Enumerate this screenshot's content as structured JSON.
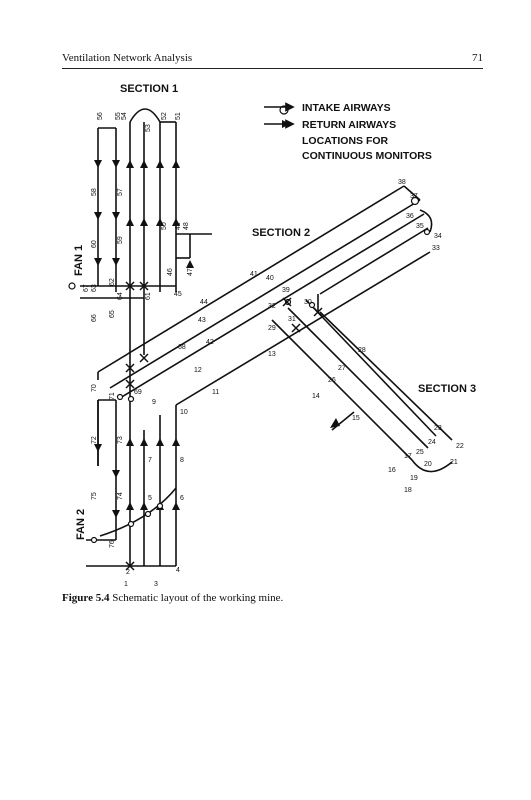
{
  "header": {
    "running_title": "Ventilation Network Analysis",
    "page_number": "71"
  },
  "figure": {
    "section_labels": {
      "s1": "SECTION 1",
      "s2": "SECTION 2",
      "s3": "SECTION 3"
    },
    "fan_labels": {
      "fan1": "FAN 1",
      "fan2": "FAN 2"
    },
    "legend": {
      "intake": "INTAKE AIRWAYS",
      "return": "RETURN AIRWAYS",
      "monitor_line1": "LOCATIONS FOR",
      "monitor_line2": "CONTINUOUS MONITORS"
    },
    "node_labels": {
      "n1": "1",
      "n2": "2",
      "n3": "3",
      "n4": "4",
      "n5": "5",
      "n6": "6",
      "n7": "7",
      "n8": "8",
      "n9": "9",
      "n10": "10",
      "n11": "11",
      "n12": "12",
      "n13": "13",
      "n14": "14",
      "n15": "15",
      "n16": "16",
      "n17": "17",
      "n18": "18",
      "n19": "19",
      "n20": "20",
      "n21": "21",
      "n22": "22",
      "n23": "23",
      "n24": "24",
      "n25": "25",
      "n26": "26",
      "n27": "27",
      "n28": "28",
      "n29": "29",
      "n30": "30",
      "n31": "31",
      "n32": "32",
      "n33": "33",
      "n34": "34",
      "n35": "35",
      "n36": "36",
      "n37": "37",
      "n38": "38",
      "n39": "39",
      "n40": "40",
      "n41": "41",
      "n42": "42",
      "n43": "43",
      "n44": "44",
      "n45": "45",
      "n46": "46",
      "n47": "47",
      "n48": "48",
      "n49": "49",
      "n50": "50",
      "n51": "51",
      "n52": "52",
      "n53": "53",
      "n54": "54",
      "n55": "55",
      "n56": "56",
      "n57": "57",
      "n58": "58",
      "n59": "59",
      "n60": "60",
      "n61": "61",
      "n62": "62",
      "n63": "63",
      "n64": "64",
      "n65": "65",
      "n66": "66",
      "n67": "67",
      "n68": "68",
      "n69": "69",
      "n70": "70",
      "n71": "71",
      "n72": "72",
      "n73": "73",
      "n74": "74",
      "n75": "75",
      "n76": "76"
    }
  },
  "caption": {
    "label": "Figure 5.4",
    "text": "Schematic layout of the working mine."
  }
}
